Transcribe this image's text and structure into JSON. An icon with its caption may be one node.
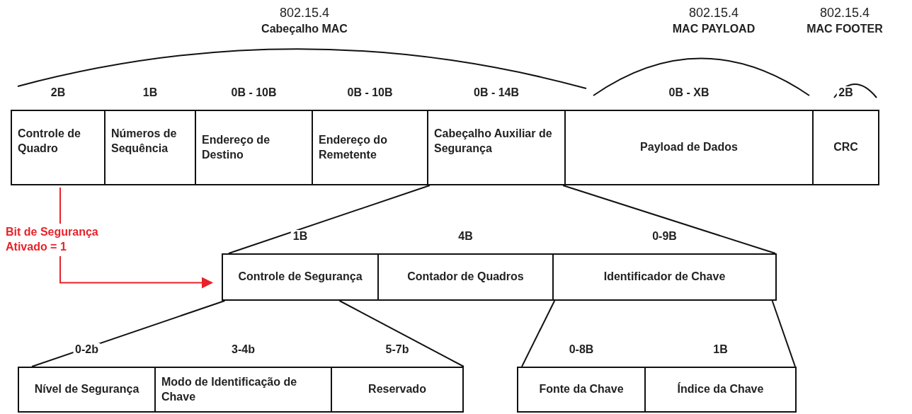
{
  "diagram": {
    "nodes": [
      {
        "text": [
          "Controle de Quadro"
        ],
        "beside": [
          "2B"
        ]
      },
      {
        "text": [
          "Números de Sequência"
        ],
        "beside": [
          "1B"
        ]
      },
      {
        "text": [
          "Endereço de Destino"
        ],
        "beside": [
          "0B - 10B"
        ]
      },
      {
        "text": [
          "Endereço do Remetente"
        ],
        "beside": [
          "0B - 10B"
        ]
      },
      {
        "text": [
          "Cabeçalho Auxiliar de Segurança"
        ],
        "beside": [
          "0B - 14B"
        ]
      },
      {
        "text": [
          "Payload de Dados"
        ],
        "beside": [
          "0B - XB"
        ]
      },
      {
        "text": [
          "CRC"
        ],
        "beside": [
          "2B"
        ]
      },
      {
        "text": [
          "Controle de Segurança"
        ],
        "beside": [
          "1B"
        ]
      },
      {
        "text": [
          "Contador de Quadros"
        ],
        "beside": [
          "4B"
        ]
      },
      {
        "text": [
          "Identificador de Chave"
        ],
        "beside": [
          "0-9B"
        ]
      },
      {
        "text": [
          "Nível de Segurança"
        ],
        "beside": [
          "0-2b"
        ]
      },
      {
        "text": [
          "Modo de Identificação de Chave"
        ],
        "beside": [
          "3-4b"
        ]
      },
      {
        "text": [
          "Reservado"
        ],
        "beside": [
          "5-7b"
        ]
      },
      {
        "text": [
          "Fonte da Chave"
        ],
        "beside": [
          "0-8B"
        ]
      },
      {
        "text": [
          "Índice da Chave"
        ],
        "beside": [
          "1B"
        ]
      }
    ],
    "edges": [
      {
        "from": 0,
        "to": 7,
        "arrow": "to",
        "label": "Bit de Segurança Ativado = 1",
        "color": "#e8222a"
      },
      {
        "from": 4,
        "to": 7,
        "arrow": "none"
      },
      {
        "from": 4,
        "to": 9,
        "arrow": "none"
      },
      {
        "from": 7,
        "to": 10,
        "arrow": "none"
      },
      {
        "from": 7,
        "to": 12,
        "arrow": "none"
      },
      {
        "from": 9,
        "to": 13,
        "arrow": "none"
      },
      {
        "from": 9,
        "to": 14,
        "arrow": "none"
      }
    ],
    "labels": [
      "802.15.4",
      "Cabeçalho MAC",
      "802.15.4",
      "MAC PAYLOAD",
      "802.15.4",
      "MAC FOOTER"
    ]
  }
}
